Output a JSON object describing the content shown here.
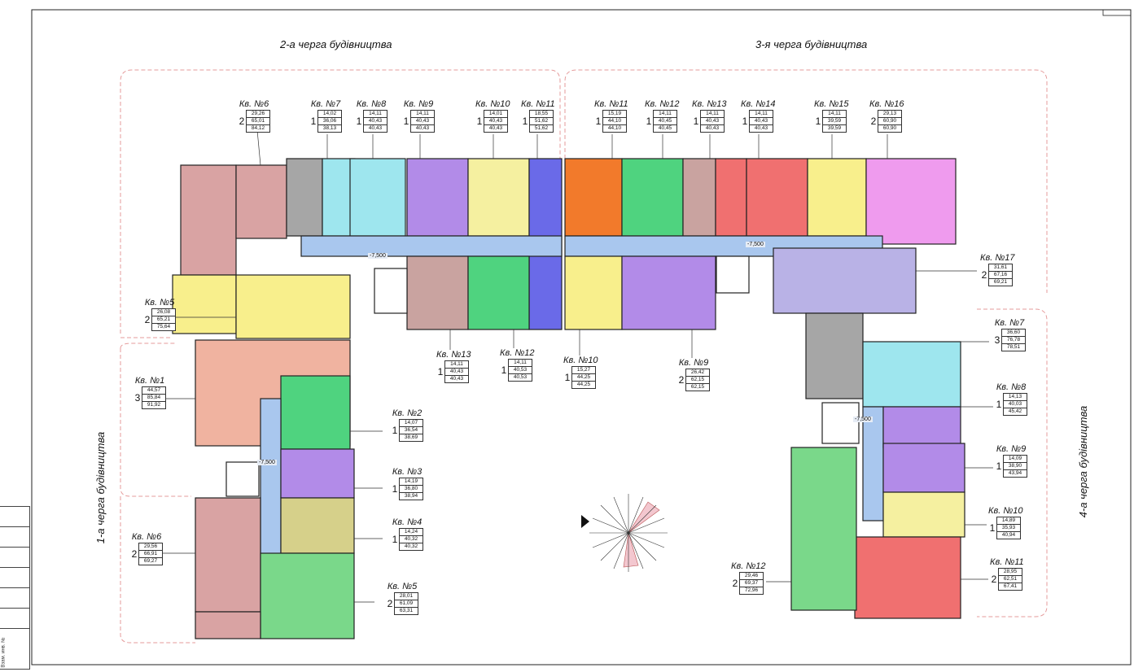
{
  "stages": {
    "stage2": "2-а черга будівництва",
    "stage3": "3-я черга будівництва",
    "stage1": "1-а черга будівництва",
    "stage4": "4-а черга будівництва"
  },
  "level_mark": "-7,500",
  "stamp_text": "Взам. инв. №",
  "apartments": {
    "s2_top": [
      {
        "title": "Кв. №6",
        "rooms": "2",
        "areas": [
          "29,26",
          "65,01",
          "84,12"
        ]
      },
      {
        "title": "Кв. №7",
        "rooms": "1",
        "areas": [
          "14,02",
          "36,06",
          "38,13"
        ]
      },
      {
        "title": "Кв. №8",
        "rooms": "1",
        "areas": [
          "14,11",
          "40,43",
          "40,43"
        ]
      },
      {
        "title": "Кв. №9",
        "rooms": "1",
        "areas": [
          "14,11",
          "40,43",
          "40,43"
        ]
      },
      {
        "title": "Кв. №10",
        "rooms": "1",
        "areas": [
          "14,01",
          "40,43",
          "40,43"
        ]
      },
      {
        "title": "Кв. №11",
        "rooms": "1",
        "areas": [
          "18,55",
          "51,62",
          "51,62"
        ]
      }
    ],
    "s3_top": [
      {
        "title": "Кв. №11",
        "rooms": "1",
        "areas": [
          "15,19",
          "44,10",
          "44,10"
        ]
      },
      {
        "title": "Кв. №12",
        "rooms": "1",
        "areas": [
          "14,11",
          "40,45",
          "40,45"
        ]
      },
      {
        "title": "Кв. №13",
        "rooms": "1",
        "areas": [
          "14,11",
          "40,43",
          "40,43"
        ]
      },
      {
        "title": "Кв. №14",
        "rooms": "1",
        "areas": [
          "14,11",
          "40,43",
          "40,43"
        ]
      },
      {
        "title": "Кв. №15",
        "rooms": "1",
        "areas": [
          "14,11",
          "39,59",
          "39,59"
        ]
      },
      {
        "title": "Кв. №16",
        "rooms": "2",
        "areas": [
          "29,13",
          "60,90",
          "60,90"
        ]
      }
    ],
    "s2_left": {
      "title": "Кв. №5",
      "rooms": "2",
      "areas": [
        "26,08",
        "65,21",
        "75,64"
      ]
    },
    "s2_bottom": [
      {
        "title": "Кв. №13",
        "rooms": "1",
        "areas": [
          "14,11",
          "40,43",
          "40,43"
        ]
      },
      {
        "title": "Кв. №12",
        "rooms": "1",
        "areas": [
          "14,11",
          "40,53",
          "40,53"
        ]
      }
    ],
    "s3_bottom": [
      {
        "title": "Кв. №10",
        "rooms": "1",
        "areas": [
          "15,27",
          "44,25",
          "44,25"
        ]
      },
      {
        "title": "Кв. №9",
        "rooms": "2",
        "areas": [
          "26,42",
          "62,15",
          "62,15"
        ]
      }
    ],
    "s3_right": {
      "title": "Кв. №17",
      "rooms": "2",
      "areas": [
        "31,61",
        "67,16",
        "69,21"
      ]
    },
    "s1": [
      {
        "title": "Кв. №1",
        "rooms": "3",
        "areas": [
          "44,57",
          "85,84",
          "91,92"
        ]
      },
      {
        "title": "Кв. №2",
        "rooms": "1",
        "areas": [
          "14,07",
          "36,54",
          "38,69"
        ]
      },
      {
        "title": "Кв. №3",
        "rooms": "1",
        "areas": [
          "14,19",
          "36,80",
          "38,94"
        ]
      },
      {
        "title": "Кв. №4",
        "rooms": "1",
        "areas": [
          "14,24",
          "40,32",
          "40,32"
        ]
      },
      {
        "title": "Кв. №5",
        "rooms": "2",
        "areas": [
          "28,01",
          "61,09",
          "63,31"
        ]
      },
      {
        "title": "Кв. №6",
        "rooms": "2",
        "areas": [
          "29,56",
          "66,91",
          "69,27"
        ]
      }
    ],
    "s4": [
      {
        "title": "Кв. №7",
        "rooms": "3",
        "areas": [
          "36,60",
          "76,78",
          "78,51"
        ]
      },
      {
        "title": "Кв. №8",
        "rooms": "1",
        "areas": [
          "14,13",
          "40,03",
          "45,42"
        ]
      },
      {
        "title": "Кв. №9",
        "rooms": "1",
        "areas": [
          "14,09",
          "38,90",
          "43,94"
        ]
      },
      {
        "title": "Кв. №10",
        "rooms": "1",
        "areas": [
          "14,89",
          "35,93",
          "40,94"
        ]
      },
      {
        "title": "Кв. №11",
        "rooms": "2",
        "areas": [
          "28,95",
          "62,51",
          "67,41"
        ]
      },
      {
        "title": "Кв. №12",
        "rooms": "2",
        "areas": [
          "29,46",
          "69,37",
          "72,96"
        ]
      }
    ]
  },
  "unit_colors": {
    "pink": "#d9a3a3",
    "salmon": "#f0b3a0",
    "yellow": "#f8ef8c",
    "lightyellow": "#f5f0a0",
    "gray": "#a6a6a6",
    "cyan": "#9ee6ee",
    "violet": "#b28be8",
    "blue": "#6a6ae8",
    "orange": "#f27a2b",
    "green": "#4fd37f",
    "lightgreen": "#7ad88a",
    "brown": "#c9a3a0",
    "red": "#f07070",
    "magenta": "#ef9bee",
    "lavender": "#b9b2e6",
    "corridor": "#a9c7ee",
    "olive": "#d6d08a"
  }
}
